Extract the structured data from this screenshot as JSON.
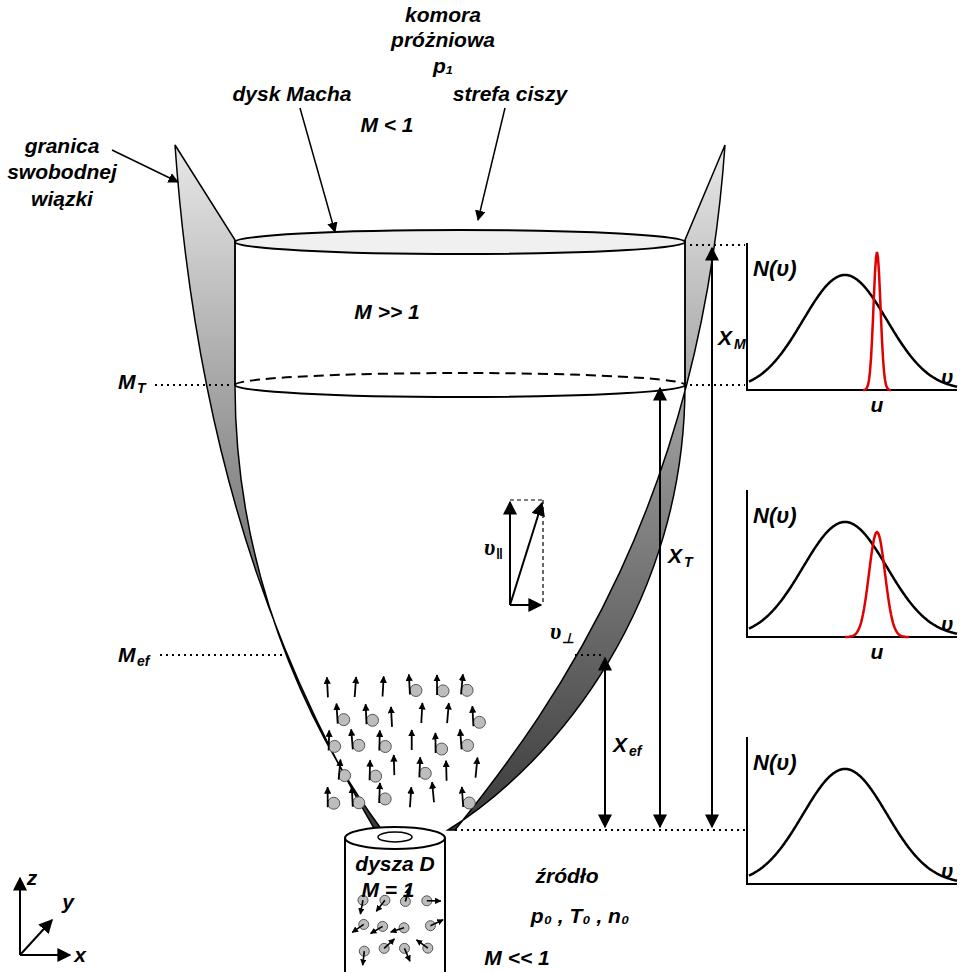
{
  "diagram": {
    "nodes": [
      {
        "text": [
          "N(υ)",
          "u",
          "υ"
        ]
      },
      {
        "text": [
          "N(υ)",
          "u",
          "υ"
        ]
      },
      {
        "text": [
          "N(υ)",
          "υ"
        ]
      }
    ],
    "labels": [
      "komora",
      "próżniowa",
      "p₁",
      "dysk Macha",
      "strefa ciszy",
      "M < 1",
      "granica swobodnej wiązki",
      "M >> 1",
      "M",
      "T",
      "X",
      "M",
      "X",
      "T",
      "υ",
      "‖",
      "υ",
      "⊥",
      "M",
      "ef",
      "X",
      "ef",
      "dysza D",
      "M = 1",
      "źródło",
      "p₀ , T₀ , n₀",
      "M << 1",
      "z",
      "y",
      "x"
    ]
  }
}
